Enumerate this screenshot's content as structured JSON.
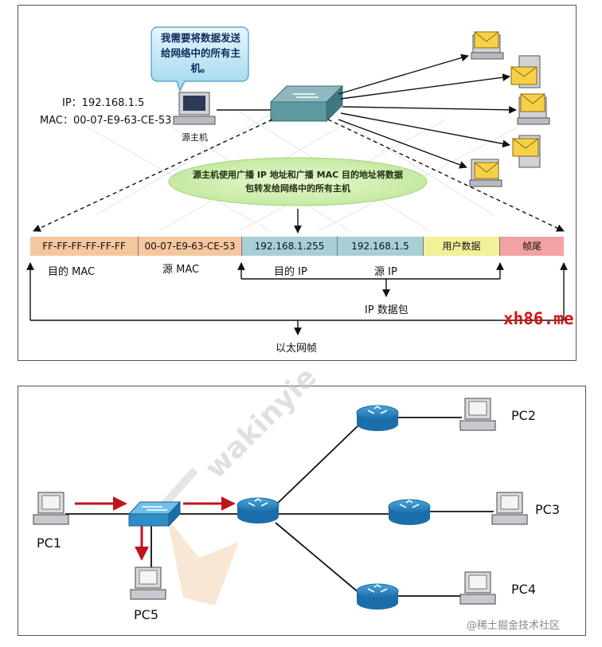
{
  "top": {
    "bubble_text": "我需要将数据发送给网络中的所有主机。",
    "source_ip": "IP：192.168.1.5",
    "source_mac": "MAC：00-07-E9-63-CE-53",
    "source_label": "源主机",
    "ellipse_text": "源主机使用广播 IP 地址和广播 MAC 目的地址将数据包转发给网络中的所有主机",
    "frame_fields": [
      {
        "text": "FF-FF-FF-FF-FF-FF",
        "color": "#f5c79f"
      },
      {
        "text": "00-07-E9-63-CE-53",
        "color": "#f5c79f"
      },
      {
        "text": "192.168.1.255",
        "color": "#a9cfd6"
      },
      {
        "text": "192.168.1.5",
        "color": "#a9cfd6"
      },
      {
        "text": "用户数据",
        "color": "#f3f09a"
      },
      {
        "text": "帧尾",
        "color": "#f2a2a2"
      }
    ],
    "labels": {
      "dest_mac": "目的 MAC",
      "src_mac": "源 MAC",
      "dest_ip": "目的 IP",
      "src_ip": "源 IP",
      "ip_packet": "IP 数据包",
      "ethernet_frame": "以太网帧"
    },
    "watermark": "xh86.me"
  },
  "bottom": {
    "pcs": [
      "PC1",
      "PC2",
      "PC3",
      "PC4",
      "PC5"
    ],
    "watermark_main": "wakinyie",
    "watermark_footer": "@稀土掘金技术社区"
  }
}
